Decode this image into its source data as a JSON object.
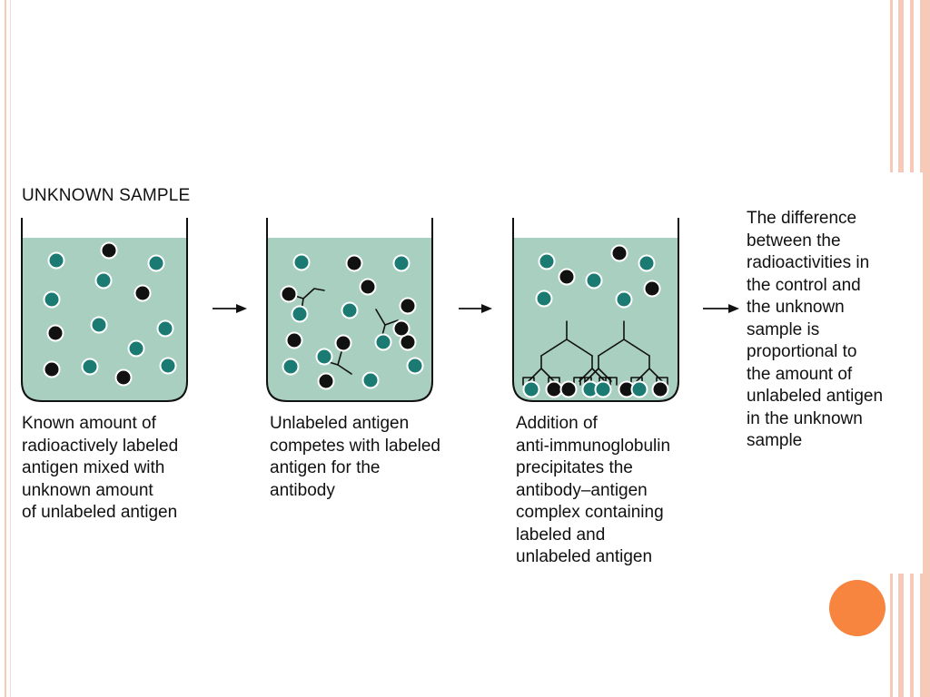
{
  "theme": {
    "edge_color": "#f6c9b9",
    "liquid_color": "#a8cfc0",
    "labeled_antigen_color": "#1b7a72",
    "unlabeled_antigen_color": "#111111",
    "accent_dot_color": "#f7853f"
  },
  "figure": {
    "heading": "UNKNOWN SAMPLE",
    "steps": [
      {
        "caption": "Known amount of\nradioactively labeled\nantigen mixed with\nunknown amount\nof unlabeled antigen"
      },
      {
        "caption": "Unlabeled antigen\ncompetes with labeled\nantigen for the\nantibody"
      },
      {
        "caption": "Addition of\nanti-immunoglobulin\nprecipitates the\nantibody–antigen\ncomplex containing\nlabeled and\nunlabeled antigen"
      }
    ],
    "conclusion": "The difference\nbetween the\nradioactivities in\nthe control and\nthe unknown\nsample is\nproportional to\nthe amount of\nunlabeled antigen\nin the unknown\nsample",
    "arrow_icons": [
      "right-arrow-icon",
      "right-arrow-icon",
      "right-arrow-icon"
    ]
  }
}
